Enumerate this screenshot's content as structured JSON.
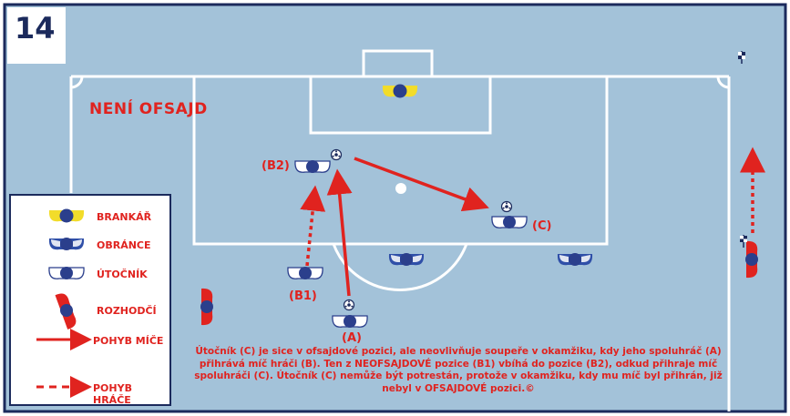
{
  "diagram_number": "14",
  "title": "NENÍ OFSAJD",
  "player_labels": {
    "b2": "(B2)",
    "b1": "(B1)",
    "a": "(A)",
    "c": "(C)"
  },
  "legend": {
    "goalkeeper": "BRANKÁŘ",
    "defender": "OBRÁNCE",
    "attacker": "ÚTOČNÍK",
    "referee": "ROZHODČÍ",
    "ball_movement": "POHYB MÍČE",
    "player_movement": "POHYB HRÁČE"
  },
  "caption": "Útočník (C) je sice v ofsajdové pozici, ale neovlivňuje soupeře v okamžiku, kdy jeho spoluhráč (A) přihrává míč hráči (B). Ten z NEOFSAJDOVÉ pozice (B1) vbíhá do pozice (B2), odkud přihraje míč spoluhráči (C). Útočník (C) nemůže být potrestán, protože v okamžiku, kdy mu míč byl přihrán, již nebyl v OFSAJDOVÉ pozici.©",
  "colors": {
    "pitch": "#a3c2d9",
    "line": "#ffffff",
    "accent": "#e0231f",
    "navy": "#1b2a5c",
    "goalkeeper": "#f2dc2a",
    "player_blue": "#2f4fa8"
  }
}
